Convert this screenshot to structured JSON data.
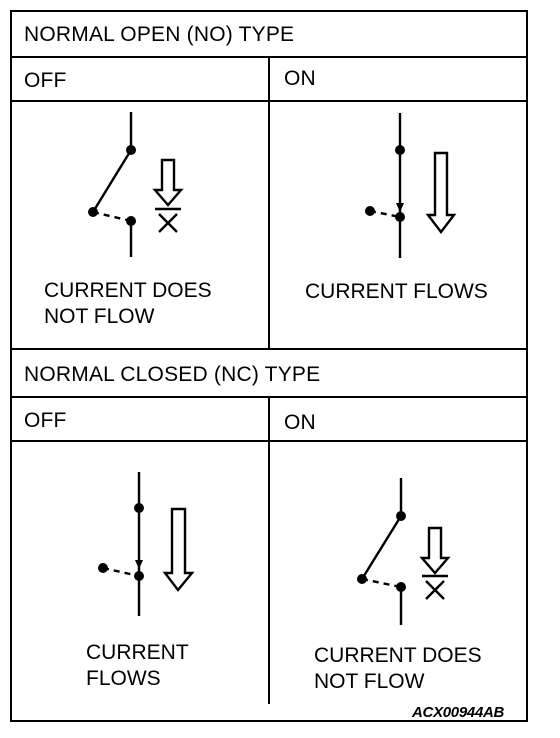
{
  "no_type": {
    "header": "NORMAL OPEN (NO) TYPE",
    "off": {
      "label": "OFF",
      "caption": "CURRENT DOES\nNOT FLOW"
    },
    "on": {
      "label": "ON",
      "caption": "CURRENT FLOWS"
    }
  },
  "nc_type": {
    "header": "NORMAL CLOSED (NC) TYPE",
    "off": {
      "label": "OFF",
      "caption": "CURRENT\nFLOWS"
    },
    "on": {
      "label": "ON",
      "caption": "CURRENT DOES\nNOT FLOW"
    }
  },
  "figure_code": "ACX00944AB",
  "colors": {
    "line": "#000000",
    "background": "#ffffff"
  }
}
